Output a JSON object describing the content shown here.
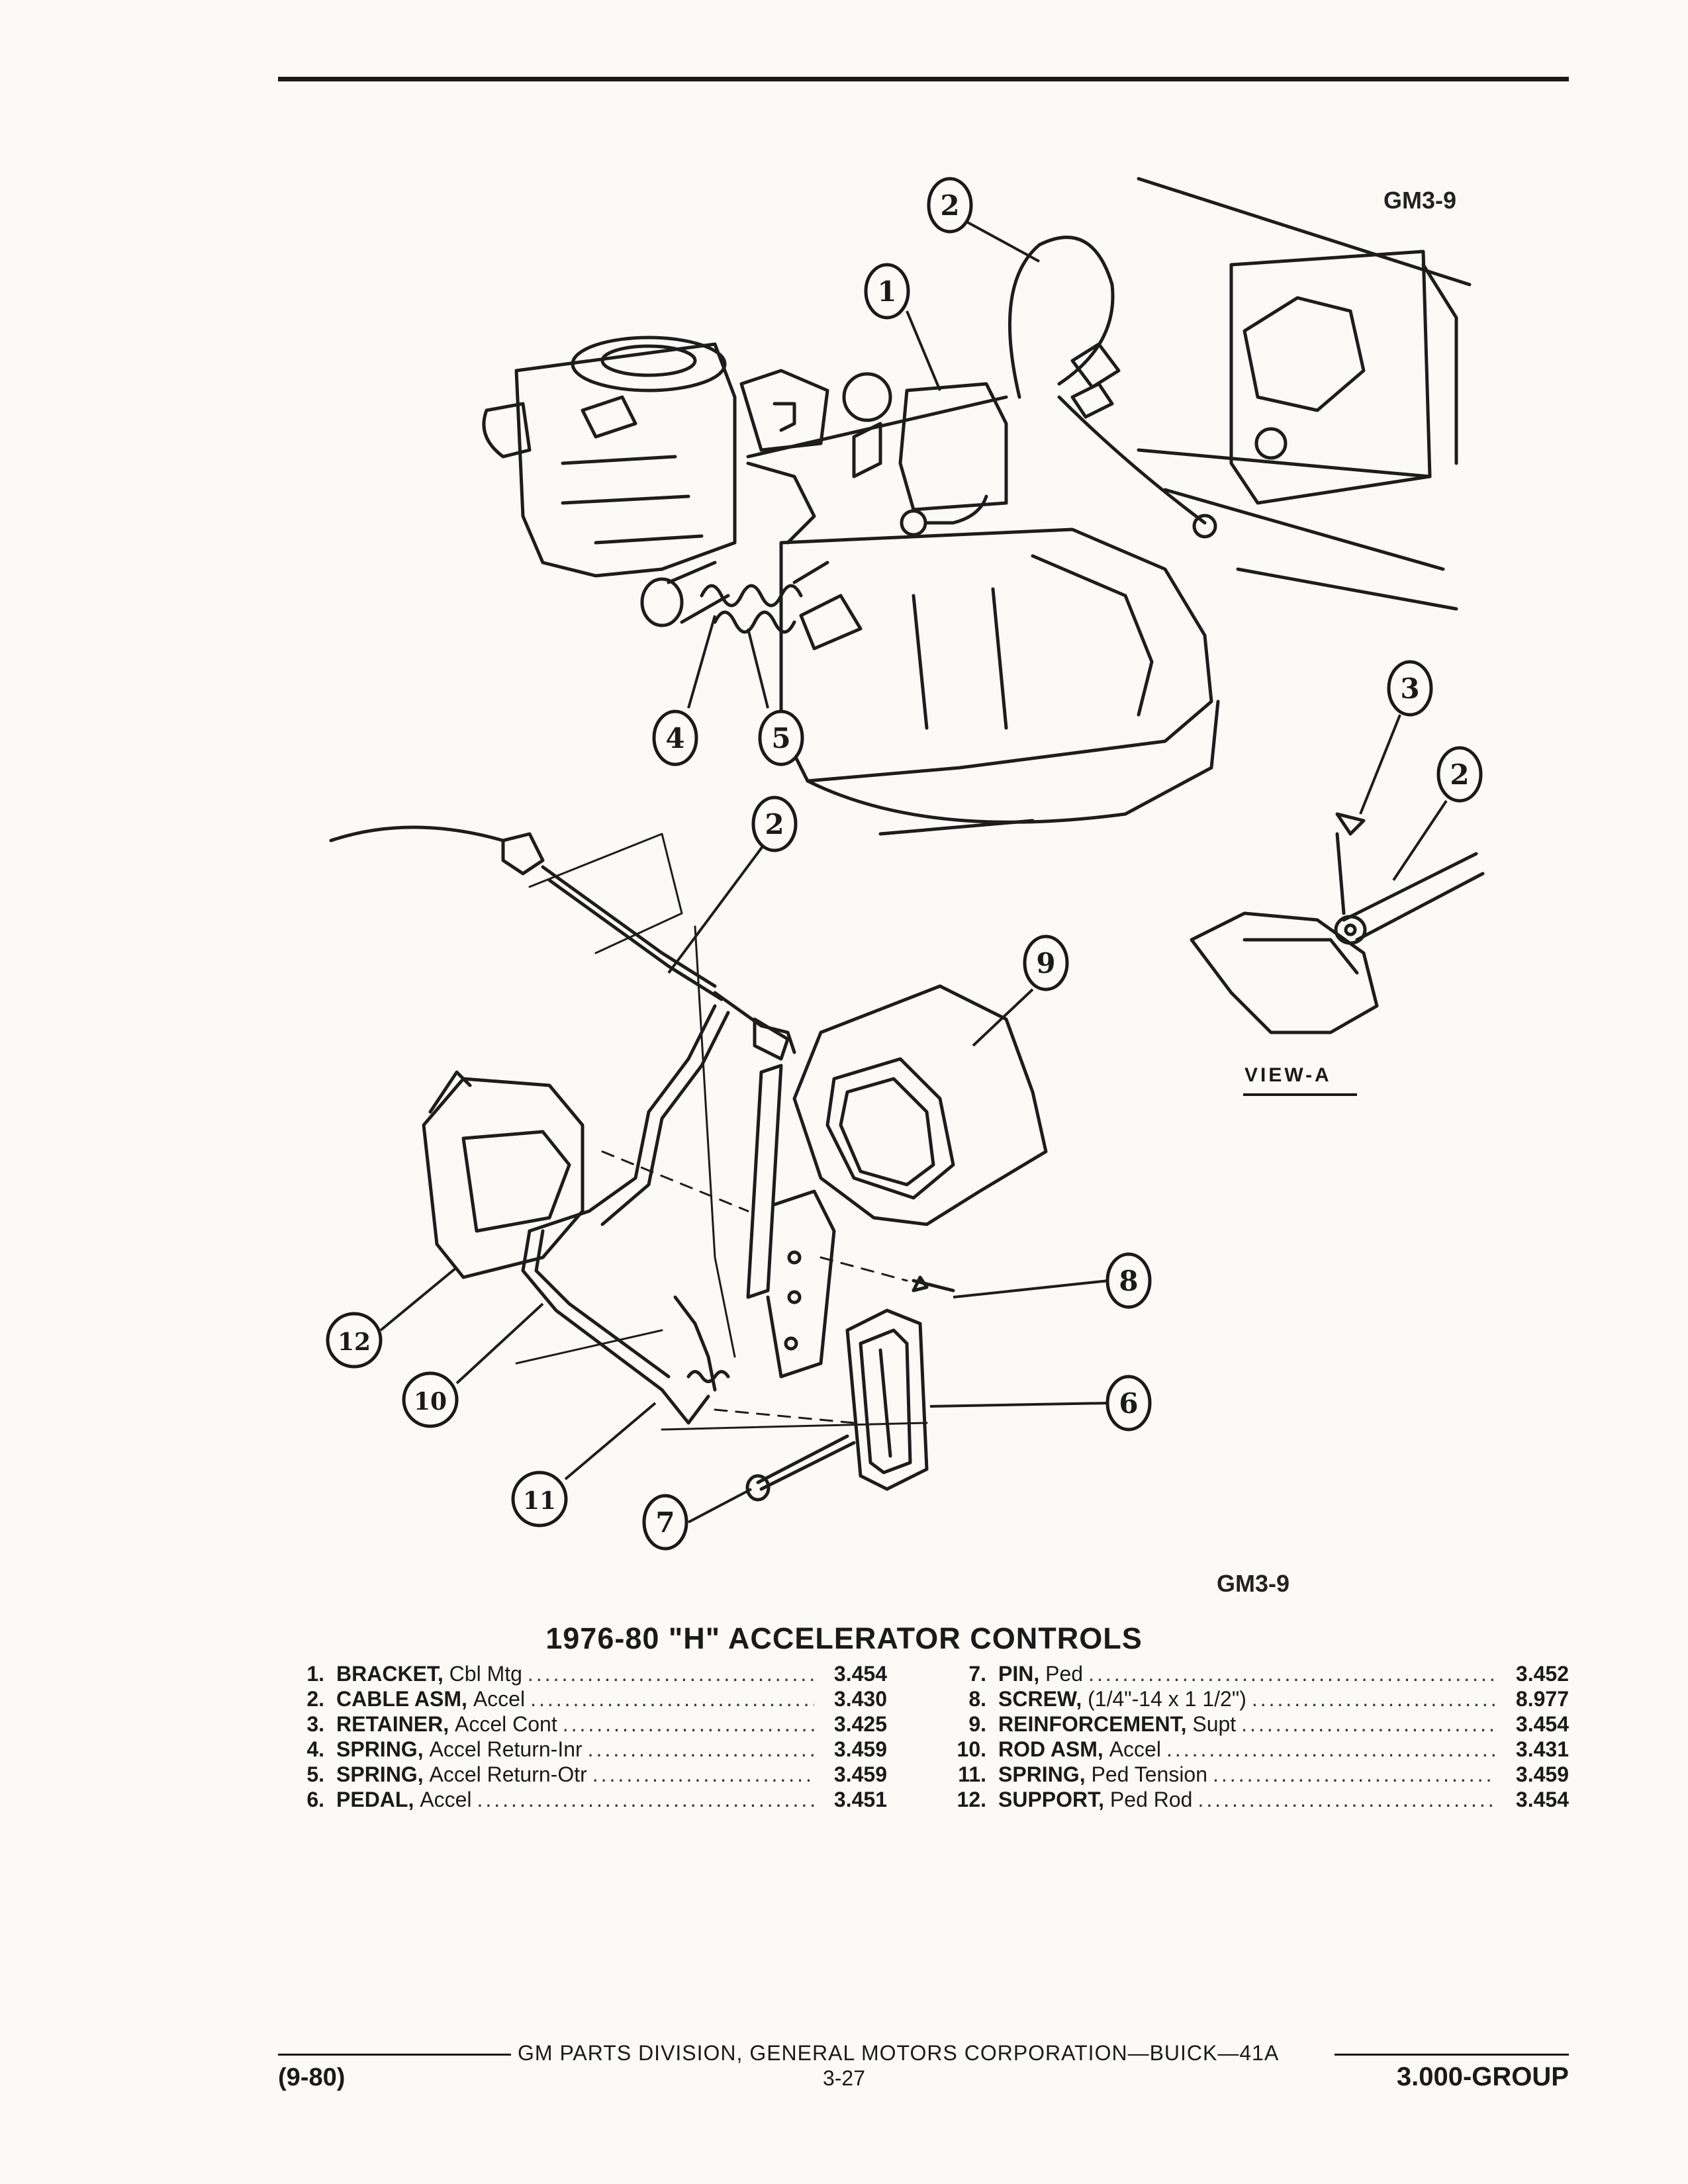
{
  "diagram_code_top": "GM3-9",
  "diagram_code_bottom": "GM3-9",
  "view_label": "VIEW-A",
  "callouts": [
    "1",
    "2",
    "2",
    "2",
    "3",
    "4",
    "5",
    "6",
    "7",
    "8",
    "9",
    "10",
    "11",
    "12"
  ],
  "title": "1976-80 \"H\" ACCELERATOR CONTROLS",
  "parts_left": [
    {
      "num": "1.",
      "name": "BRACKET,",
      "desc": "Cbl Mtg",
      "group": "3.454"
    },
    {
      "num": "2.",
      "name": "CABLE ASM,",
      "desc": "Accel",
      "group": "3.430"
    },
    {
      "num": "3.",
      "name": "RETAINER,",
      "desc": "Accel Cont",
      "group": "3.425"
    },
    {
      "num": "4.",
      "name": "SPRING,",
      "desc": "Accel Return-Inr",
      "group": "3.459"
    },
    {
      "num": "5.",
      "name": "SPRING,",
      "desc": "Accel Return-Otr",
      "group": "3.459"
    },
    {
      "num": "6.",
      "name": "PEDAL,",
      "desc": "Accel",
      "group": "3.451"
    }
  ],
  "parts_right": [
    {
      "num": "7.",
      "name": "PIN,",
      "desc": "Ped",
      "group": "3.452"
    },
    {
      "num": "8.",
      "name": "SCREW,",
      "desc": "(1/4\"-14 x 1 1/2\")",
      "group": "8.977"
    },
    {
      "num": "9.",
      "name": "REINFORCEMENT,",
      "desc": "Supt",
      "group": "3.454"
    },
    {
      "num": "10.",
      "name": "ROD ASM,",
      "desc": "Accel",
      "group": "3.431"
    },
    {
      "num": "11.",
      "name": "SPRING,",
      "desc": "Ped Tension",
      "group": "3.459"
    },
    {
      "num": "12.",
      "name": "SUPPORT,",
      "desc": "Ped Rod",
      "group": "3.454"
    }
  ],
  "footer": {
    "line": "GM PARTS DIVISION, GENERAL MOTORS CORPORATION—BUICK—41A",
    "date": "(9-80)",
    "page": "3-27",
    "group": "3.000-GROUP"
  }
}
